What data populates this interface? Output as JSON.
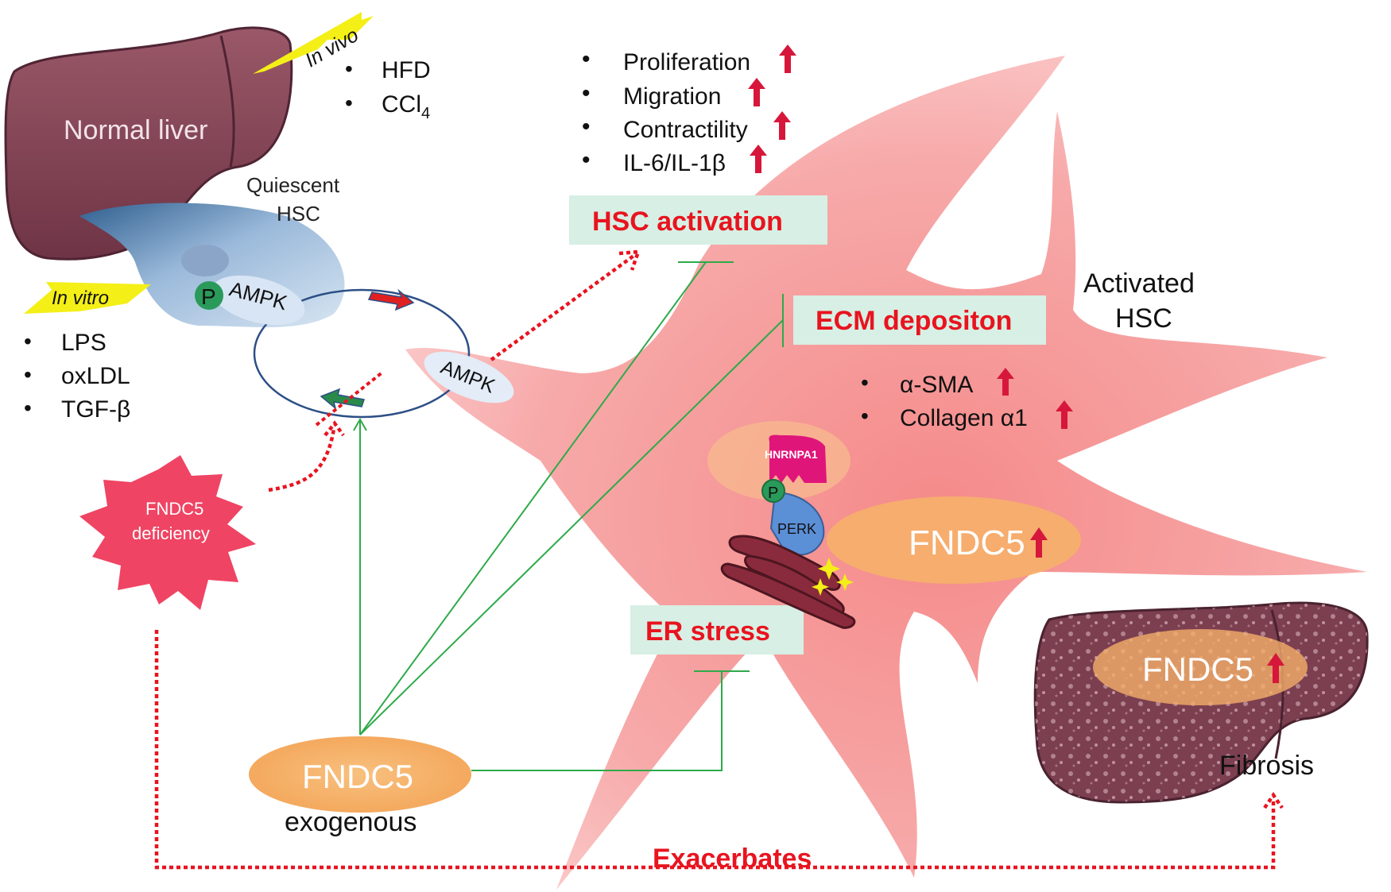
{
  "colors": {
    "red_text": "#e8141f",
    "arrow_red": "#e8141f",
    "inhibit_green": "#2eaa4a",
    "cell_pink": "#f6a3a3",
    "liver_brown": "#8a4a5b",
    "label_box": "#d7efe4",
    "fndc5_orange": "#f6b06a",
    "hnrnpa1_magenta": "#e0157a",
    "perk_blue": "#5b8fd6",
    "phospho_green": "#2a9a5a",
    "badge_yellow": "#f4ef17"
  },
  "normal_liver": {
    "label": "Normal liver"
  },
  "in_vivo": {
    "label": "In vivo",
    "items": [
      "HFD",
      "CCl",
      "4"
    ]
  },
  "in_vitro": {
    "label": "In vitro",
    "items": [
      "LPS",
      "oxLDL",
      "TGF-β"
    ]
  },
  "quiescent": {
    "line1": "Quiescent",
    "line2": "HSC"
  },
  "ampk": {
    "phospho": "P",
    "label": "AMPK",
    "label2": "AMPK"
  },
  "activation_effects": [
    "Proliferation",
    "Migration",
    "Contractility",
    "IL-6/IL-1β"
  ],
  "boxes": {
    "hsc_activation": "HSC activation",
    "ecm": "ECM depositon",
    "er_stress": "ER stress"
  },
  "activated": {
    "line1": "Activated",
    "line2": "HSC"
  },
  "ecm_markers": [
    "α-SMA",
    "Collagen α1"
  ],
  "hnrnpa1": {
    "label": "HNRNPA1",
    "phospho": "P"
  },
  "perk": {
    "label": "PERK"
  },
  "fndc5_cell": {
    "label": "FNDC5"
  },
  "fndc5_fibrosis": {
    "label": "FNDC5"
  },
  "fibrosis": {
    "label": "Fibrosis"
  },
  "deficiency": {
    "line1": "FNDC5",
    "line2": "deficiency"
  },
  "exogenous": {
    "label": "FNDC5",
    "sub": "exogenous"
  },
  "exacerbates": {
    "label": "Exacerbates"
  }
}
